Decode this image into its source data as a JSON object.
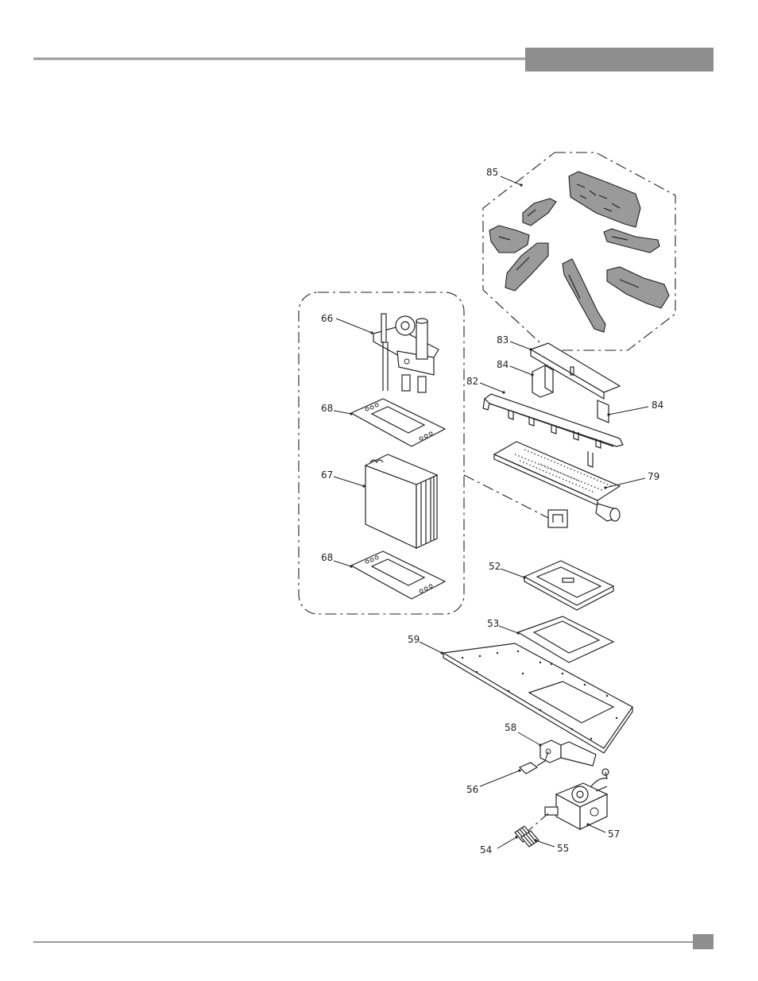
{
  "header": {
    "tab_label": ""
  },
  "footer": {
    "page_box_label": ""
  },
  "colors": {
    "rule": "#9a9a9a",
    "tab": "#8e8e8e",
    "ink": "#222222",
    "log_fill": "#9a9a9a"
  },
  "callouts": {
    "c85": "85",
    "c83": "83",
    "c84a": "84",
    "c84b": "84",
    "c82": "82",
    "c79": "79",
    "c66": "66",
    "c68a": "68",
    "c67": "67",
    "c68b": "68",
    "c52": "52",
    "c53": "53",
    "c59": "59",
    "c58": "58",
    "c56": "56",
    "c57": "57",
    "c54": "54",
    "c55": "55"
  }
}
